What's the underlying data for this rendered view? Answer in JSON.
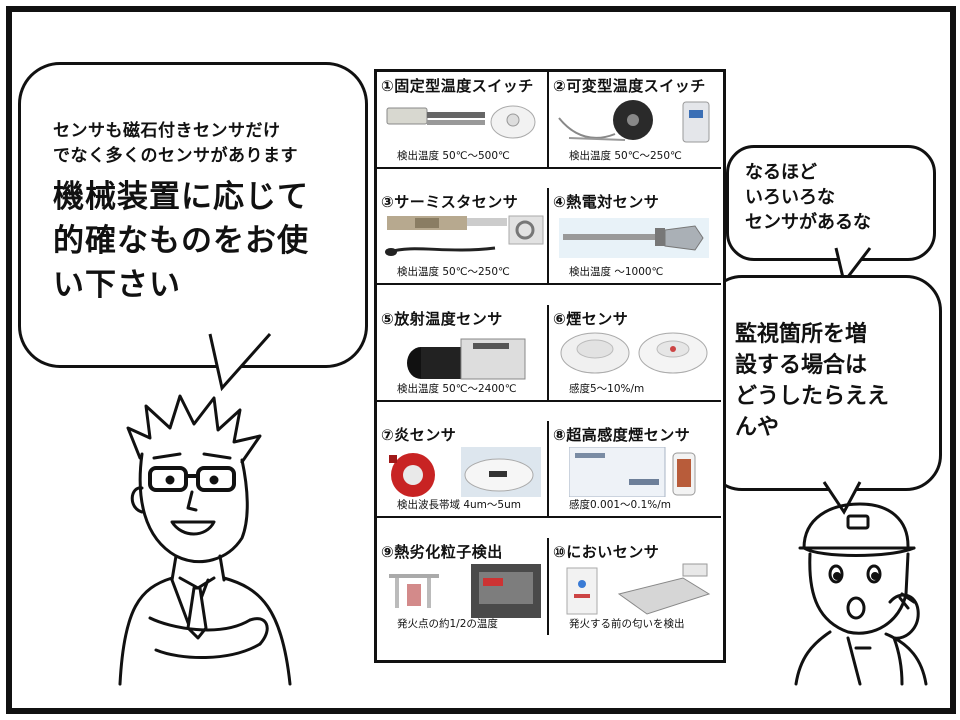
{
  "left_bubble": {
    "line1": "センサも磁石付きセンサだけ",
    "line2": "でなく多くのセンサがあります",
    "big1": "機械装置に応じて",
    "big2": "的確なものをお使",
    "big3": "い下さい"
  },
  "right_top_bubble": {
    "line1": "なるほど",
    "line2": "いろいろな",
    "line3": "センサがあるな"
  },
  "right_bottom_bubble": {
    "line1": "監視箇所を増",
    "line2": "設する場合は",
    "line3": "どうしたらええ",
    "line4": "んや"
  },
  "sensors": [
    {
      "title": "①固定型温度スイッチ",
      "spec": "検出温度 50℃～500℃"
    },
    {
      "title": "②可変型温度スイッチ",
      "spec": "検出温度 50℃～250℃"
    },
    {
      "title": "③サーミスタセンサ",
      "spec": "検出温度 50℃～250℃"
    },
    {
      "title": "④熱電対センサ",
      "spec": "検出温度 ～1000℃"
    },
    {
      "title": "⑤放射温度センサ",
      "spec": "検出温度 50℃～2400℃"
    },
    {
      "title": "⑥煙センサ",
      "spec": "感度5～10%/m"
    },
    {
      "title": "⑦炎センサ",
      "spec": "検出波長帯域 4um～5um"
    },
    {
      "title": "⑧超高感度煙センサ",
      "spec": "感度0.001～0.1%/m"
    },
    {
      "title": "⑨熱劣化粒子検出",
      "spec": "発火点の約1/2の温度"
    },
    {
      "title": "⑩においセンサ",
      "spec": "発火する前の匂いを検出"
    }
  ]
}
